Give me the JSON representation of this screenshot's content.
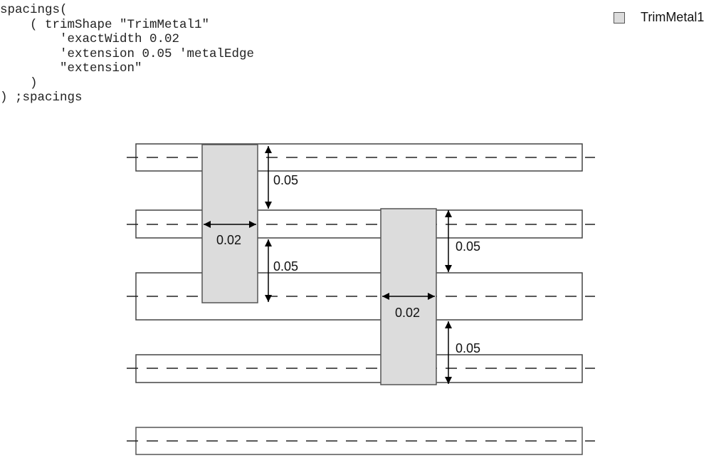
{
  "code": {
    "lines": [
      "spacings(",
      "    ( trimShape \"TrimMetal1\"",
      "        'exactWidth 0.02",
      "        'extension 0.05 'metalEdge",
      "        \"extension\"",
      "    )",
      ") ;spacings"
    ]
  },
  "legend": {
    "items": [
      {
        "label": "TrimMetal1",
        "color": "#dcdcdc"
      }
    ]
  },
  "diagram": {
    "wires": [
      {
        "name": "wire-1"
      },
      {
        "name": "wire-2"
      },
      {
        "name": "wire-3"
      },
      {
        "name": "wire-4"
      },
      {
        "name": "wire-5"
      }
    ],
    "trim_shapes": [
      {
        "name": "trim-shape-left",
        "width_label": "0.02",
        "extension_top_label": "0.05",
        "extension_bottom_label": "0.05"
      },
      {
        "name": "trim-shape-right",
        "width_label": "0.02",
        "extension_top_label": "0.05",
        "extension_bottom_label": "0.05"
      }
    ],
    "colors": {
      "trim_fill": "#dcdcdc",
      "outline": "#333333",
      "wire_outline": "#555555"
    }
  }
}
